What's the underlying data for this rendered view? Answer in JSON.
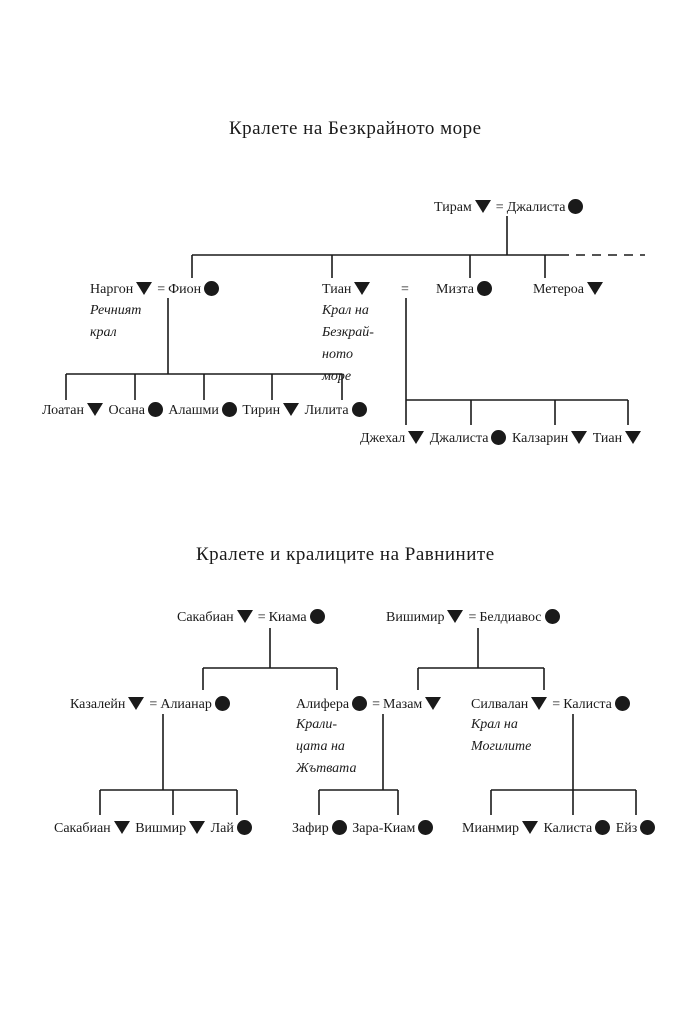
{
  "section1": {
    "title": "Кралете на Безкрайното море"
  },
  "section2": {
    "title": "Кралете и кралиците на Равнините"
  },
  "symbols": {
    "male": "triangle-down-icon",
    "female": "filled-circle-icon",
    "eq": "="
  },
  "colors": {
    "ink": "#1a1a1a"
  },
  "names": {
    "tiram": "Тирам",
    "dzhalista1": "Джалиста",
    "nargon": "Наргон",
    "fion": "Фион",
    "nargon_note": [
      "Речният",
      "крал"
    ],
    "tian1": "Тиан",
    "tian_note": [
      "Крал на",
      "Безкрай-",
      "ното",
      "море"
    ],
    "mizta": "Мизта",
    "meteroa": "Метероа",
    "loatan": "Лоатан",
    "osana": "Осана",
    "alashmi": "Алашми",
    "tirin": "Тирин",
    "lilita": "Лилита",
    "dzhehal": "Джехал",
    "dzhalista2": "Джалиста",
    "kalzarin": "Калзарин",
    "tian2": "Тиан",
    "sakabian1": "Сакабиан",
    "kiama": "Киама",
    "vishimir1": "Вишимир",
    "beldiavos": "Белдиавос",
    "kazaleyn": "Казалейн",
    "alianar": "Алианар",
    "alifera": "Алифера",
    "mazam": "Мазам",
    "alifera_note": [
      "Крали-",
      "цата на",
      "Жътвата"
    ],
    "silvalan": "Силвалан",
    "kalista1": "Калиста",
    "silvalan_note": [
      "Крал на",
      "Могилите"
    ],
    "sakabian2": "Сакабиан",
    "vishmir": "Вишмир",
    "lay": "Лай",
    "zafir": "Зафир",
    "zara_kiam": "Зара-Киам",
    "mianmir": "Мианмир",
    "kalista2": "Калиста",
    "eyz": "Ейз"
  }
}
